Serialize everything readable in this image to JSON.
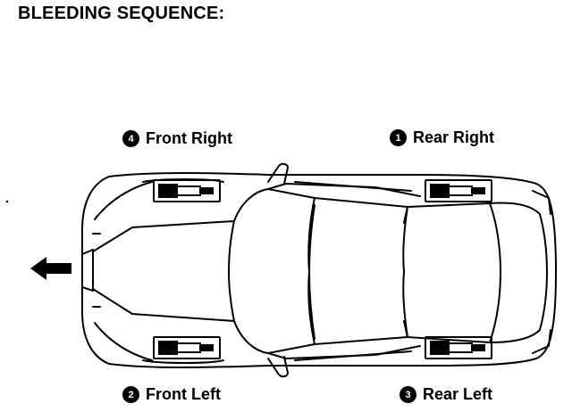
{
  "title": "BLEEDING SEQUENCE:",
  "labels": {
    "front_right": {
      "step": "4",
      "text": "Front Right"
    },
    "rear_right": {
      "step": "1",
      "text": "Rear Right"
    },
    "front_left": {
      "step": "2",
      "text": "Front Left"
    },
    "rear_left": {
      "step": "3",
      "text": "Rear Left"
    }
  },
  "icons": {
    "direction_arrow": "arrow-left-icon",
    "step_badge": "filled-circle-number",
    "brake_bleeder": "bleeder-valve-icon"
  }
}
